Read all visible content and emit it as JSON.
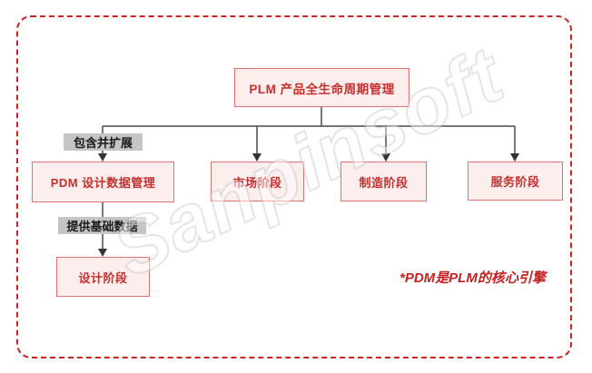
{
  "diagram": {
    "nodes": {
      "root": "PLM 产品全生命周期管理",
      "pdm": "PDM 设计数据管理",
      "market": "市场阶段",
      "manufacture": "制造阶段",
      "service": "服务阶段",
      "design": "设计阶段"
    },
    "edge_labels": {
      "include_extend": "包含并扩展",
      "provide_base": "提供基础数据"
    },
    "note": "*PDM是PLM的核心引擎",
    "watermark": "Sanpinsoft",
    "colors": {
      "box_fill": "#fdeeee",
      "box_border": "#e3716f",
      "box_text": "#c4302d",
      "edge_label_bg": "#c5c5c5",
      "edge_label_text": "#1a1a1a",
      "connector_line": "#4a4a4a",
      "frame_dashed": "#cc2222",
      "note_text": "#c52222"
    }
  }
}
